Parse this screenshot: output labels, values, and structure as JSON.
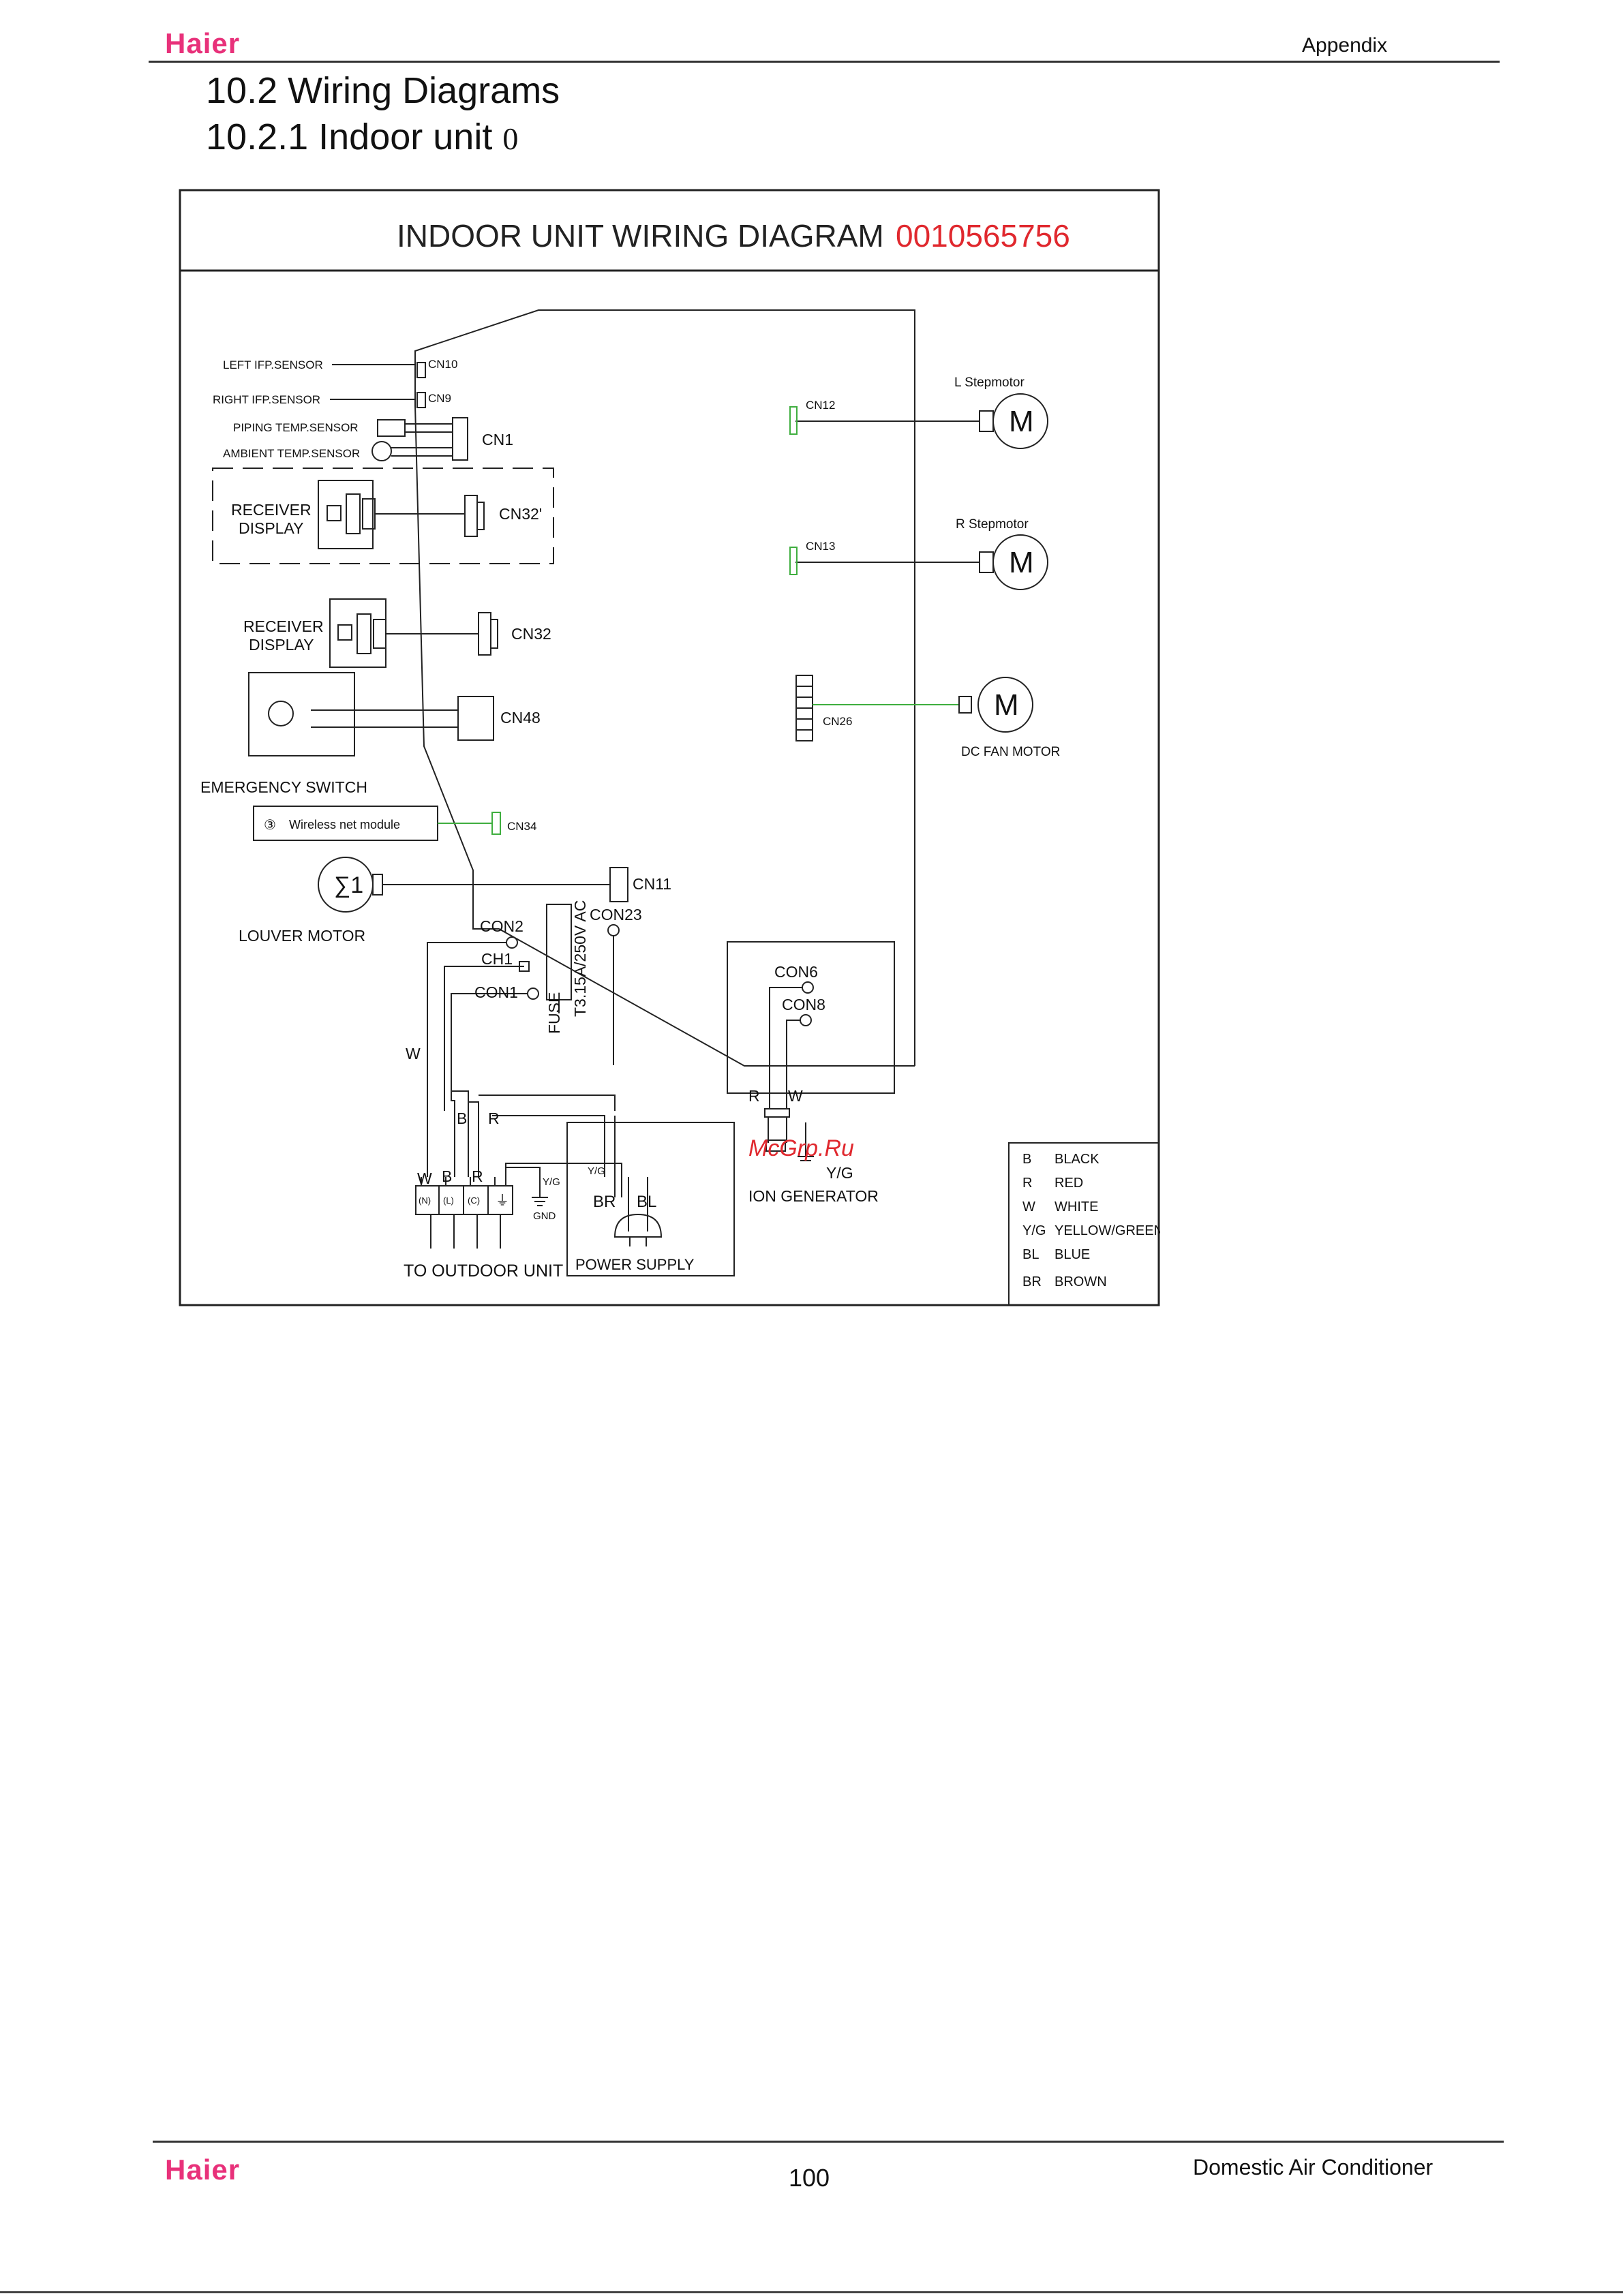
{
  "header": {
    "brand": "Haier",
    "section": "Appendix"
  },
  "headings": {
    "h1": "10.2 Wiring  Diagrams",
    "h2": "10.2.1 Indoor unit",
    "h2_suffix": "0"
  },
  "diagram": {
    "title": "INDOOR UNIT WIRING DIAGRAM",
    "code": "0010565756",
    "left_labels": {
      "left_sensor": "LEFT IFP.SENSOR",
      "right_sensor": "RIGHT IFP.SENSOR",
      "piping": "PIPING  TEMP.SENSOR",
      "ambient": "AMBIENT  TEMP.SENSOR",
      "receiver1_a": "RECEIVER",
      "receiver1_b": "DISPLAY",
      "receiver2_a": "RECEIVER",
      "receiver2_b": "DISPLAY",
      "emergency": "EMERGENCY  SWITCH",
      "wireless": "Wireless net module",
      "wireless_num": "③",
      "louver": "LOUVER MOTOR"
    },
    "connectors": {
      "cn10": "CN10",
      "cn9": "CN9",
      "cn1": "CN1",
      "cn32p": "CN32'",
      "cn32": "CN32",
      "cn48": "CN48",
      "cn34": "CN34",
      "cn11": "CN11",
      "con2": "CON2",
      "ch1": "CH1",
      "con1": "CON1",
      "con23": "CON23",
      "fuse": "FUSE",
      "fuse_rating": "T3.15A/250V  AC",
      "cn12": "CN12",
      "cn13": "CN13",
      "cn26": "CN26",
      "con6": "CON6",
      "con8": "CON8"
    },
    "right_labels": {
      "l_step": "L Stepmotor",
      "r_step": "R Stepmotor",
      "dc_fan": "DC FAN MOTOR",
      "motor_letter": "M",
      "ion": "ION  GENERATOR",
      "ion_r": "R",
      "ion_w": "W",
      "ion_yg": "Y/G"
    },
    "wires": {
      "w": "W",
      "b": "B",
      "r": "R",
      "term_w": "W",
      "term_b": "B",
      "term_r": "R",
      "yg": "Y/G",
      "gnd": "GND",
      "ps_yg": "Y/G",
      "br": "BR",
      "bl": "BL"
    },
    "terminals": [
      "(N)",
      "(L)",
      "(C)"
    ],
    "outdoor": "TO OUTDOOR UNIT",
    "power_supply": "POWER  SUPPLY",
    "watermark": "McGrp.Ru",
    "legend": [
      {
        "code": "B",
        "name": "BLACK"
      },
      {
        "code": "R",
        "name": "RED"
      },
      {
        "code": "W",
        "name": "WHITE"
      },
      {
        "code": "Y/G",
        "name": "YELLOW/GREEN"
      },
      {
        "code": "BL",
        "name": "BLUE"
      },
      {
        "code": "BR",
        "name": "BROWN"
      }
    ]
  },
  "footer": {
    "brand": "Haier",
    "page": "100",
    "product": "Domestic Air Conditioner"
  },
  "colors": {
    "brand": "#e8317a",
    "code_red": "#e0282e",
    "wire_green": "#3fae3f"
  }
}
